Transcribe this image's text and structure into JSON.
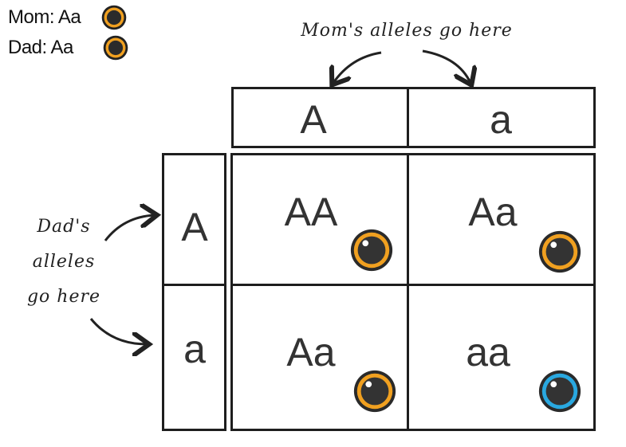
{
  "legend": [
    {
      "label": "Mom: Aa",
      "eye_color": "#f0a020"
    },
    {
      "label": "Dad: Aa",
      "eye_color": "#f0a020"
    }
  ],
  "annotations": {
    "mom": "Mom's alleles go here",
    "dad_lines": [
      "Dad's",
      "alleles",
      "go here"
    ]
  },
  "mom_alleles": [
    "A",
    "a"
  ],
  "dad_alleles": [
    "A",
    "a"
  ],
  "cells": [
    {
      "genotype": "AA",
      "eye_color": "#f0a020"
    },
    {
      "genotype": "Aa",
      "eye_color": "#f0a020"
    },
    {
      "genotype": "Aa",
      "eye_color": "#f0a020"
    },
    {
      "genotype": "aa",
      "eye_color": "#29a8e0"
    }
  ]
}
